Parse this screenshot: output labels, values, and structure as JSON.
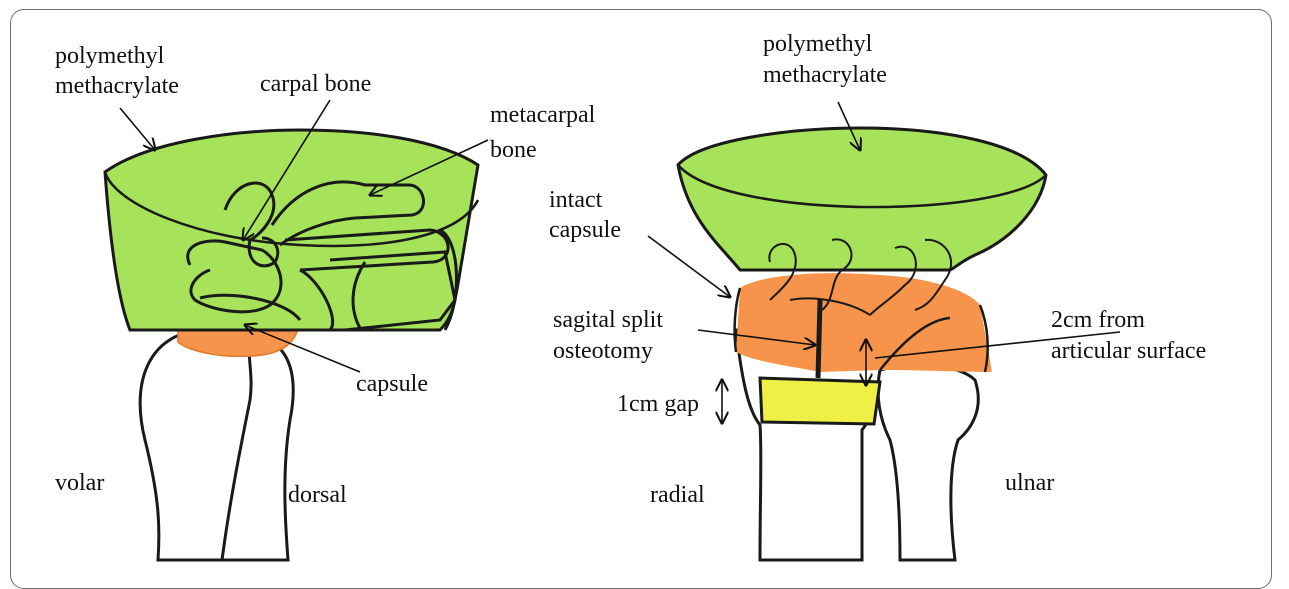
{
  "left_panel": {
    "labels": {
      "pmma_line1": "polymethyl",
      "pmma_line2": "methacrylate",
      "carpal_bone": "carpal bone",
      "metacarpal_line1": "metacarpal",
      "metacarpal_line2": "bone",
      "capsule": "capsule",
      "volar": "volar",
      "dorsal": "dorsal"
    }
  },
  "right_panel": {
    "labels": {
      "pmma_line1": "polymethyl",
      "pmma_line2": "methacrylate",
      "intact_line1": "intact",
      "intact_line2": "capsule",
      "osteotomy_line1": "sagital split",
      "osteotomy_line2": "osteotomy",
      "distance_line1": "2cm from",
      "distance_line2": "articular surface",
      "gap": "1cm gap",
      "radial": "radial",
      "ulnar": "ulnar"
    }
  },
  "colors": {
    "pmma": "#a6e35a",
    "capsule": "#f5944a",
    "gap": "#eef045",
    "outline": "#1a1a1a"
  }
}
